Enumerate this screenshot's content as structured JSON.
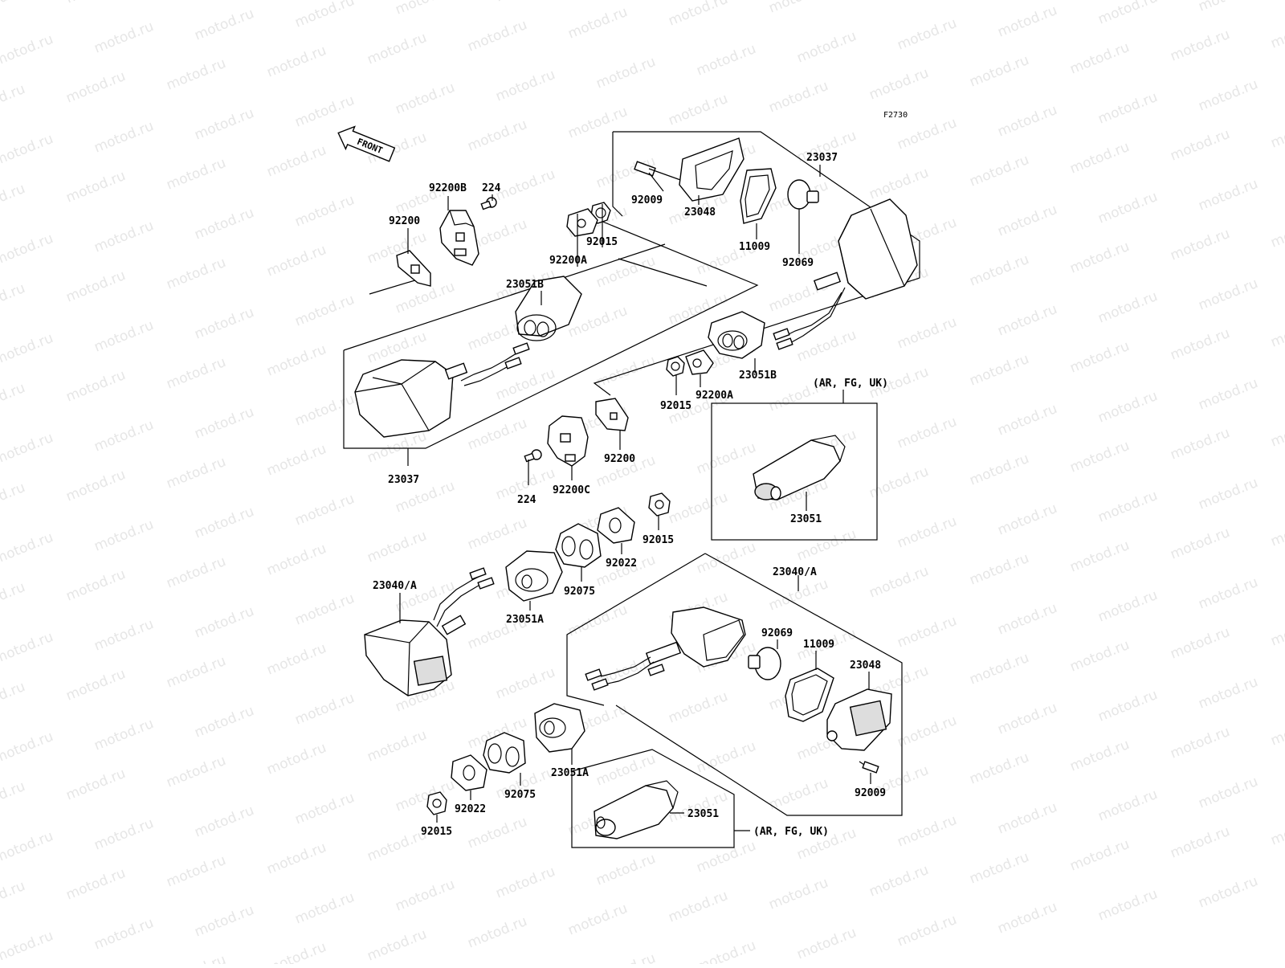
{
  "diagram": {
    "code": "F2730",
    "front_label": "FRONT",
    "watermark": "motod.ru",
    "labels": {
      "l_23037_top": "23037",
      "l_92009_top": "92009",
      "l_23048_top": "23048",
      "l_11009_top": "11009",
      "l_92069_top": "92069",
      "l_92200B": "92200B",
      "l_224_top": "224",
      "l_92200_top": "92200",
      "l_92015_top": "92015",
      "l_92200A_top": "92200A",
      "l_23051B_left": "23051B",
      "l_23051B_right": "23051B",
      "l_92015_mid": "92015",
      "l_92200A_mid": "92200A",
      "l_ar_top": "(AR, FG, UK)",
      "l_92200_mid": "92200",
      "l_23037_bot": "23037",
      "l_224_mid": "224",
      "l_92200C": "92200C",
      "l_23051_top": "23051",
      "l_92015_mid2": "92015",
      "l_92022_mid": "92022",
      "l_92075_mid": "92075",
      "l_23040A_left": "23040/A",
      "l_23051A_mid": "23051A",
      "l_23040A_right": "23040/A",
      "l_92069_bot": "92069",
      "l_11009_bot": "11009",
      "l_23048_bot": "23048",
      "l_23051A_bot": "23051A",
      "l_92075_bot": "92075",
      "l_92022_bot": "92022",
      "l_92015_bot": "92015",
      "l_92009_bot": "92009",
      "l_23051_bot": "23051",
      "l_ar_bot": "(AR, FG, UK)"
    }
  }
}
